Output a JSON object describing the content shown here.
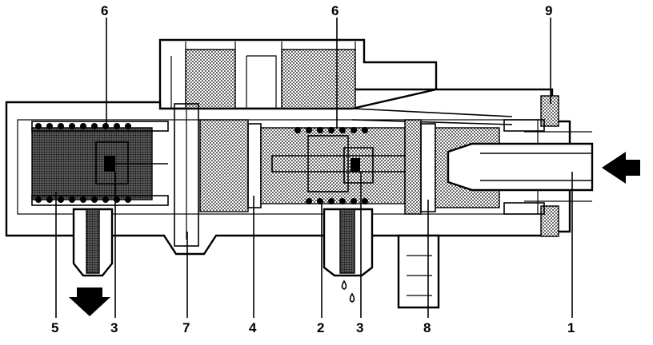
{
  "figure": {
    "callouts": [
      {
        "id": "lbl-6-left",
        "text": "6"
      },
      {
        "id": "lbl-6-right",
        "text": "6"
      },
      {
        "id": "lbl-9",
        "text": "9"
      },
      {
        "id": "lbl-5",
        "text": "5"
      },
      {
        "id": "lbl-3-left",
        "text": "3"
      },
      {
        "id": "lbl-7",
        "text": "7"
      },
      {
        "id": "lbl-4",
        "text": "4"
      },
      {
        "id": "lbl-2",
        "text": "2"
      },
      {
        "id": "lbl-3-right",
        "text": "3"
      },
      {
        "id": "lbl-8",
        "text": "8"
      },
      {
        "id": "lbl-1",
        "text": "1"
      }
    ]
  }
}
